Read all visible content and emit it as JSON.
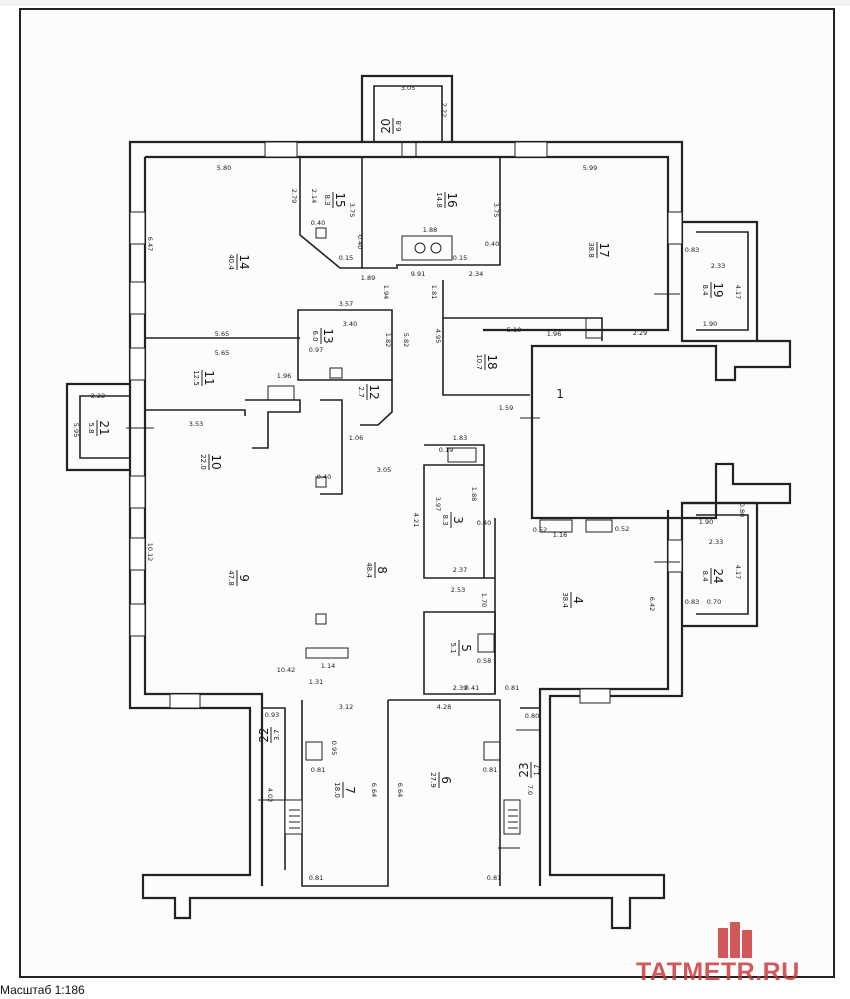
{
  "plan": {
    "rooms": [
      {
        "num": "1",
        "area": ""
      },
      {
        "num": "3",
        "area": "8.3"
      },
      {
        "num": "4",
        "area": "38.4"
      },
      {
        "num": "5",
        "area": "5.1"
      },
      {
        "num": "6",
        "area": "27.9"
      },
      {
        "num": "7",
        "area": "18.0"
      },
      {
        "num": "8",
        "area": "48.4"
      },
      {
        "num": "9",
        "area": "47.8"
      },
      {
        "num": "10",
        "area": "22.0"
      },
      {
        "num": "11",
        "area": "12.5"
      },
      {
        "num": "12",
        "area": "2.7"
      },
      {
        "num": "13",
        "area": "6.0"
      },
      {
        "num": "14",
        "area": "40.4"
      },
      {
        "num": "15",
        "area": "8.3"
      },
      {
        "num": "16",
        "area": "14.8"
      },
      {
        "num": "17",
        "area": "38.8"
      },
      {
        "num": "18",
        "area": "10.7"
      },
      {
        "num": "19",
        "area": "8.4"
      },
      {
        "num": "20",
        "area": "6.8"
      },
      {
        "num": "21",
        "area": "5.8"
      },
      {
        "num": "22",
        "area": "3.7"
      },
      {
        "num": "23",
        "area": "1.7"
      },
      {
        "num": "24",
        "area": "8.4"
      }
    ],
    "dims": [
      "3.05",
      "2.22",
      "5.80",
      "5.99",
      "2.79",
      "2.14",
      "3.75",
      "3.75",
      "1.88",
      "0.40",
      "0.40",
      "0.40",
      "0.15",
      "0.15",
      "9.91",
      "2.34",
      "1.89",
      "1.94",
      "1.81",
      "4.95",
      "3.57",
      "3.40",
      "1.82",
      "5.82",
      "5.65",
      "5.65",
      "5.10",
      "1.96",
      "2.29",
      "0.97",
      "1.96",
      "1.06",
      "3.53",
      "0.40",
      "3.05",
      "3.97",
      "1.88",
      "4.21",
      "2.37",
      "2.53",
      "1.70",
      "0.40",
      "0.58",
      "2.39",
      "0.52",
      "1.14",
      "10.42",
      "1.31",
      "3.12",
      "4.28",
      "0.93",
      "4.02",
      "0.95",
      "0.81",
      "0.81",
      "6.64",
      "6.64",
      "0.81",
      "0.81",
      "0.81",
      "0.80",
      "7.0",
      "2.33",
      "1.90",
      "4.17",
      "0.83",
      "2.33",
      "1.90",
      "4.17",
      "0.83",
      "0.70",
      "0.80",
      "6.42",
      "6.47",
      "10.12",
      "2.22",
      "5.95",
      "0.41",
      "1.59",
      "1.83",
      "0.19",
      "0.52",
      "1.16"
    ],
    "scale_label": "Масштаб 1:186",
    "watermark": "TATMETR.RU"
  }
}
